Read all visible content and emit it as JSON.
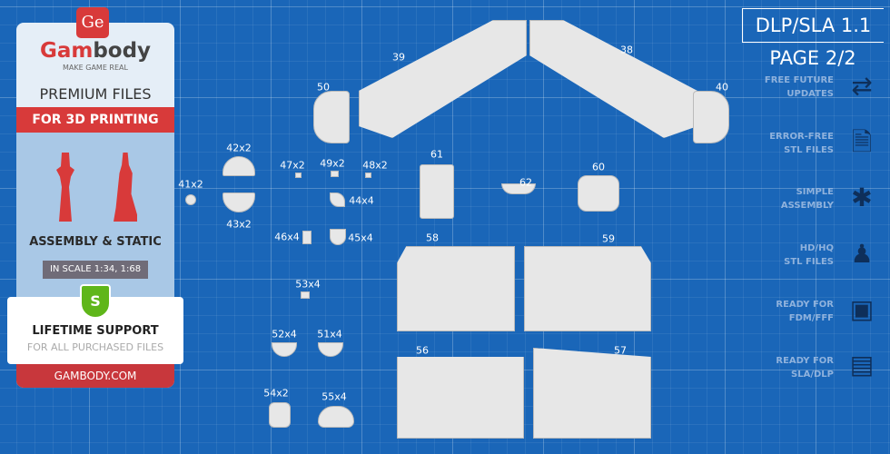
{
  "brand": {
    "logo": "Ge",
    "name_red": "Gam",
    "name_gray": "body",
    "tagline": "MAKE GAME REAL",
    "premium": "PREMIUM FILES",
    "for_printing": "FOR 3D PRINTING",
    "assembly": "ASSEMBLY & STATIC",
    "scale": "IN SCALE 1:34, 1:68",
    "shield_letter": "S",
    "support_title": "LIFETIME SUPPORT",
    "support_sub": "FOR ALL PURCHASED FILES",
    "site": "GAMBODY.COM"
  },
  "header": {
    "version": "DLP/SLA 1.1",
    "page": "PAGE 2/2"
  },
  "features": [
    {
      "line1": "FREE FUTURE",
      "line2": "UPDATES",
      "icon": "updates-icon"
    },
    {
      "line1": "ERROR-FREE",
      "line2": "STL FILES",
      "icon": "file-check-icon"
    },
    {
      "line1": "SIMPLE",
      "line2": "ASSEMBLY",
      "icon": "puzzle-icon"
    },
    {
      "line1": "HD/HQ",
      "line2": "STL FILES",
      "icon": "person-icon"
    },
    {
      "line1": "READY FOR",
      "line2": "FDM/FFF",
      "icon": "fdm-printer-icon"
    },
    {
      "line1": "READY FOR",
      "line2": "SLA/DLP",
      "icon": "sla-printer-icon"
    }
  ],
  "parts": [
    "39",
    "38",
    "50",
    "40",
    "42x2",
    "47x2",
    "49x2",
    "48x2",
    "61",
    "60",
    "41x2",
    "44x4",
    "62",
    "43x2",
    "46x4",
    "45x4",
    "58",
    "59",
    "53x4",
    "52x4",
    "51x4",
    "56",
    "57",
    "54x2",
    "55x4"
  ]
}
